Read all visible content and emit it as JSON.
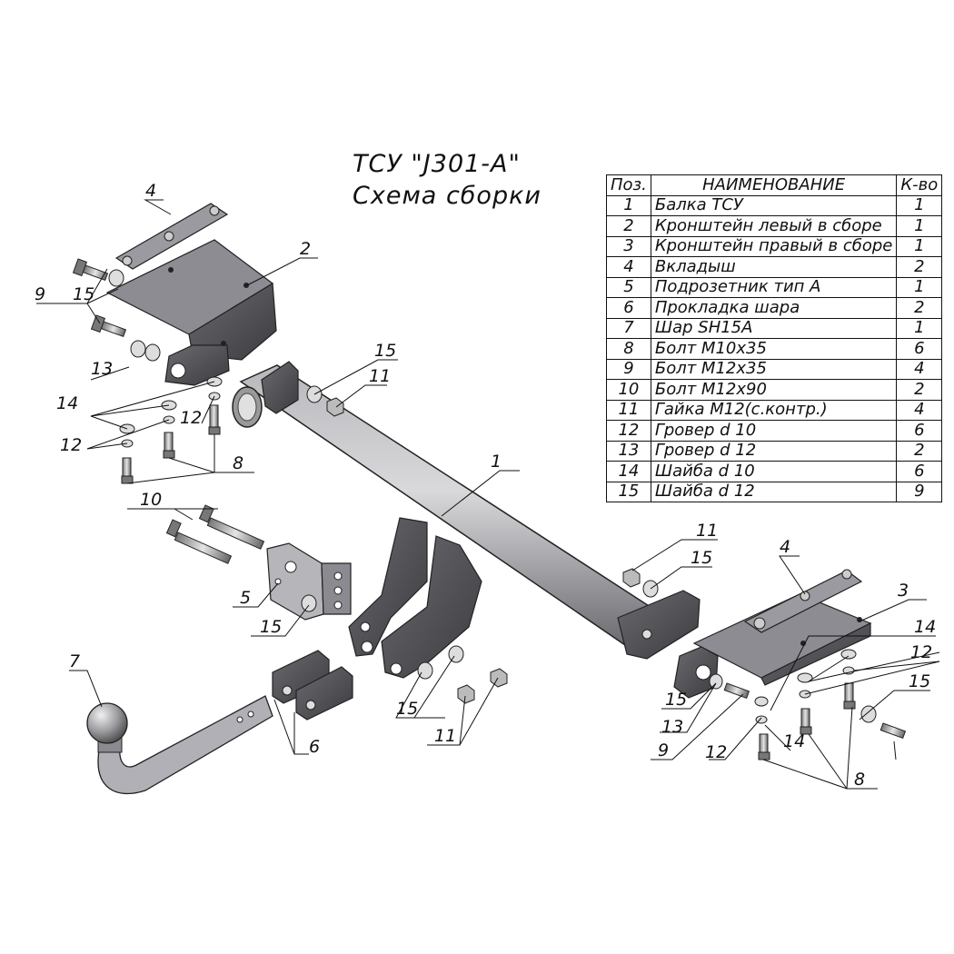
{
  "title": "ТСУ \"J301-A\"",
  "subtitle": "Схема сборки",
  "table": {
    "headers": [
      "Поз.",
      "НАИМЕНОВАНИЕ",
      "К-во"
    ],
    "rows": [
      {
        "pos": "1",
        "name": "Балка ТСУ",
        "qty": "1"
      },
      {
        "pos": "2",
        "name": "Кронштейн левый в сборе",
        "qty": "1"
      },
      {
        "pos": "3",
        "name": "Кронштейн правый в сборе",
        "qty": "1"
      },
      {
        "pos": "4",
        "name": "Вкладыш",
        "qty": "2"
      },
      {
        "pos": "5",
        "name": "Подрозетник тип А",
        "qty": "1"
      },
      {
        "pos": "6",
        "name": "Прокладка шара",
        "qty": "2"
      },
      {
        "pos": "7",
        "name": "Шар SH15A",
        "qty": "1"
      },
      {
        "pos": "8",
        "name": "Болт М10х35",
        "qty": "6"
      },
      {
        "pos": "9",
        "name": "Болт М12х35",
        "qty": "4"
      },
      {
        "pos": "10",
        "name": "Болт М12х90",
        "qty": "2"
      },
      {
        "pos": "11",
        "name": "Гайка М12(с.контр.)",
        "qty": "4"
      },
      {
        "pos": "12",
        "name": "Гровер d 10",
        "qty": "6"
      },
      {
        "pos": "13",
        "name": "Гровер d 12",
        "qty": "2"
      },
      {
        "pos": "14",
        "name": "Шайба d 10",
        "qty": "6"
      },
      {
        "pos": "15",
        "name": "Шайба d 12",
        "qty": "9"
      }
    ]
  },
  "callouts": [
    "1",
    "2",
    "3",
    "4",
    "4",
    "5",
    "6",
    "7",
    "8",
    "8",
    "9",
    "9",
    "10",
    "11",
    "11",
    "11",
    "12",
    "12",
    "12",
    "12",
    "13",
    "13",
    "14",
    "14",
    "14",
    "15",
    "15",
    "15",
    "15",
    "15",
    "15",
    "15"
  ],
  "colors": {
    "metal_dark": "#4a4a4e",
    "metal_mid": "#8a8a90",
    "metal_light": "#c8c8cc",
    "line": "#111111"
  }
}
